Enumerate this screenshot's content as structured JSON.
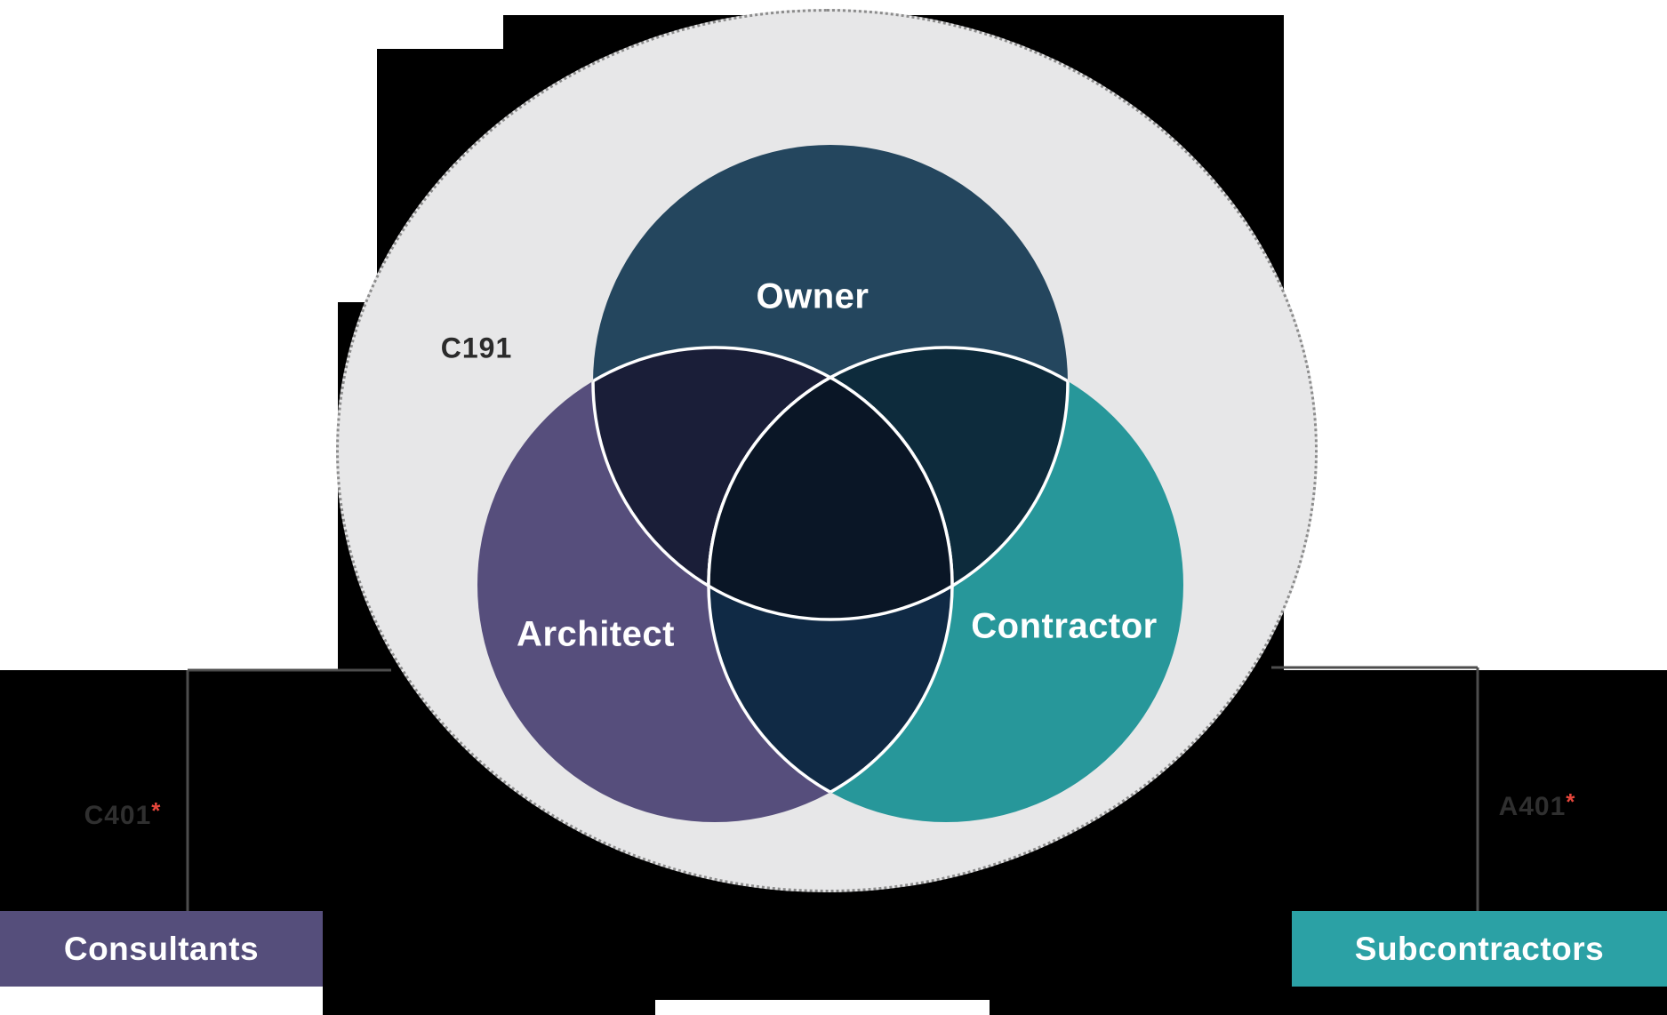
{
  "diagram": {
    "type": "venn",
    "outer_circle": {
      "code": "C191",
      "fill_color": "#e7e7e8",
      "border_color": "#8c8c8c",
      "border_style": "dotted"
    },
    "circles": [
      {
        "label": "Owner",
        "color": "#24465e"
      },
      {
        "label": "Architect",
        "color": "#564e7c"
      },
      {
        "label": "Contractor",
        "color": "#27979a"
      }
    ],
    "overlaps": {
      "owner_architect": "#1a1e38",
      "owner_contractor": "#0d2b3c",
      "architect_contractor": "#102a45",
      "center": "#0a1626"
    },
    "arc_stroke_color": "#ffffff",
    "connector_line_color": "#4d4d4d"
  },
  "left_box": {
    "code": "C401",
    "asterisk": "*",
    "asterisk_color": "#e8473c",
    "bar_label": "Consultants",
    "bar_color": "#554e7b"
  },
  "right_box": {
    "code": "A401",
    "asterisk": "*",
    "asterisk_color": "#e8473c",
    "bar_label": "Subcontractors",
    "bar_color": "#2ba1a5"
  }
}
